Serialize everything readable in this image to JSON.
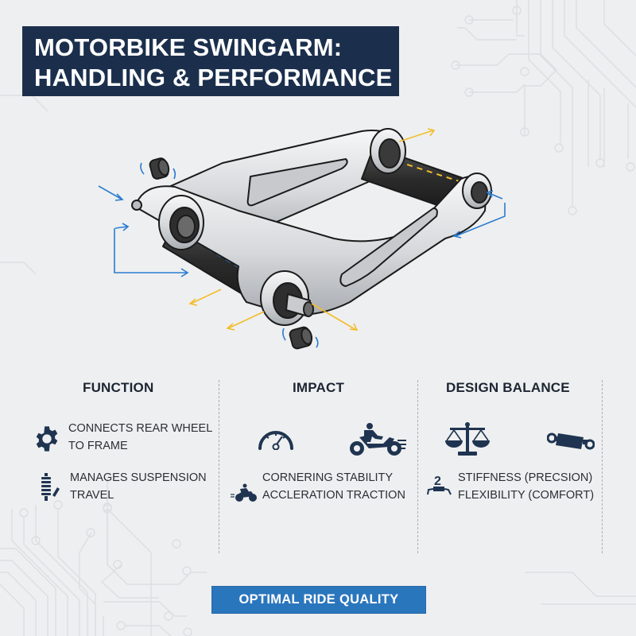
{
  "title": {
    "line1": "MOTORBIKE SWINGARM:",
    "line2": "HANDLING & PERFORMANCE"
  },
  "hero": {
    "icon": "swingarm-exploded-illustration",
    "callout_colors": {
      "blue": "#2a7bd0",
      "yellow": "#f2bd2b"
    }
  },
  "columns": [
    {
      "heading": "FUNCTION",
      "items": [
        {
          "icon": "gear-icon",
          "line1": "CONNECTS REAR WHEEL",
          "line2": "TO FRAME"
        },
        {
          "icon": "shock-absorber-icon",
          "line1": "MANAGES SUSPENSION",
          "line2": "TRAVEL"
        }
      ]
    },
    {
      "heading": "IMPACT",
      "icons": [
        "speedometer-icon",
        "motorcycle-rider-icon"
      ],
      "items": [
        {
          "icon": "small-motorcycle-icon",
          "line1": "CORNERING STABILITY",
          "line2": "ACCLERATION TRACTION"
        }
      ]
    },
    {
      "heading": "DESIGN BALANCE",
      "icons": [
        "balance-scale-icon",
        "damper-cylinder-icon"
      ],
      "items": [
        {
          "icon": "bridge-load-icon",
          "line1": "STIFFNESS (PRECSION)",
          "line2": "FLEXIBILITY (COMFORT)"
        }
      ]
    }
  ],
  "cta": {
    "label": "OPTIMAL RIDE QUALITY"
  },
  "colors": {
    "background": "#eeeff0",
    "title_bg": "#1b2f4d",
    "icon_navy": "#1f3450",
    "cta_blue": "#2a76bd",
    "text": "#2a2f36"
  }
}
